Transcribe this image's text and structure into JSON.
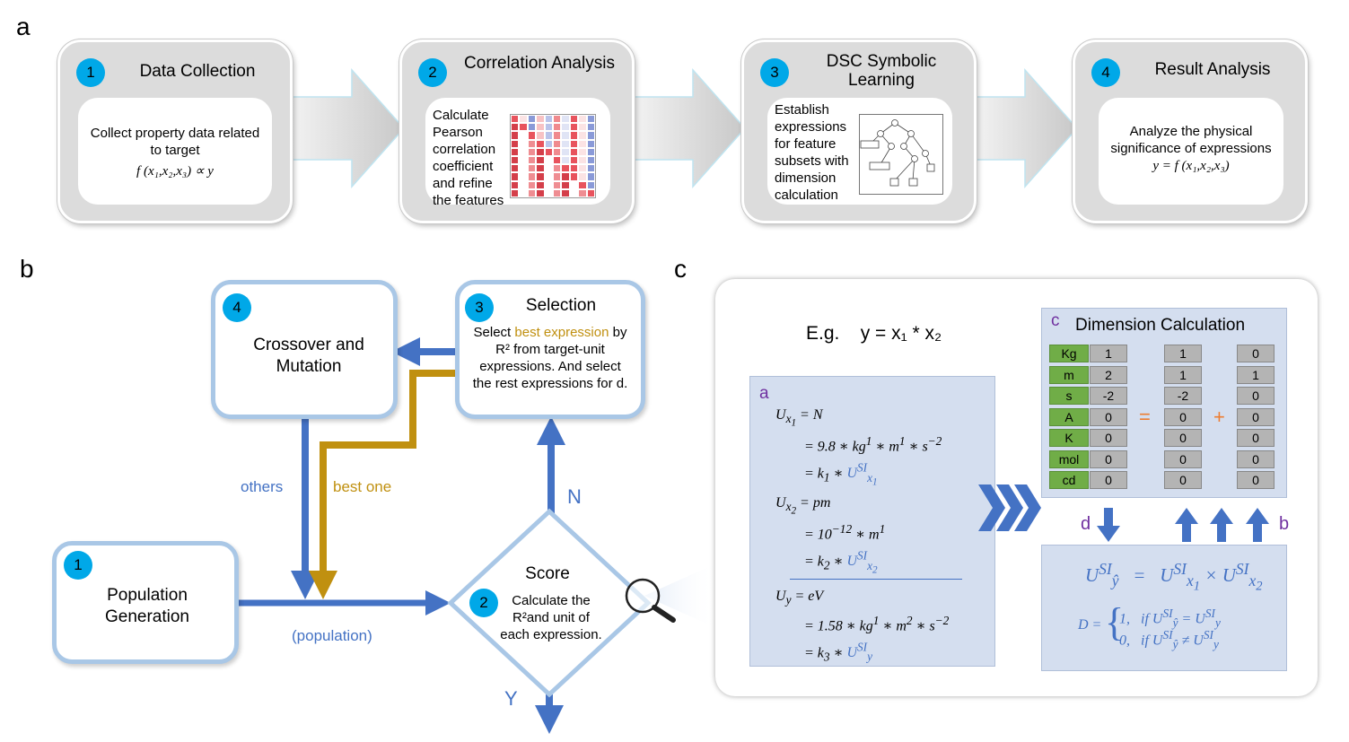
{
  "panel_labels": {
    "a": "a",
    "b": "b",
    "c": "c"
  },
  "colors": {
    "step_number": "#00a8e8",
    "blue_flow": "#4472c4",
    "gold_flow": "#c09010",
    "green_unit": "#70ad47",
    "orange_op": "#ed7d31",
    "purple": "#7030a0"
  },
  "pipeline": {
    "steps": [
      {
        "num": "1",
        "title": "Data Collection",
        "text": "Collect property data related to target",
        "formula": "f (x₁,x₂,x₃) ∝ y"
      },
      {
        "num": "2",
        "title": "Correlation Analysis",
        "text": "Calculate Pearson correlation coefficient and refine the features"
      },
      {
        "num": "3",
        "title": "DSC Symbolic Learning",
        "text": "Establish expressions for feature subsets with dimension calculation"
      },
      {
        "num": "4",
        "title": "Result Analysis",
        "text": "Analyze the physical significance of expressions",
        "formula": "y =  f (x₁,x₂,x₃)"
      }
    ]
  },
  "flow": {
    "population": {
      "num": "1",
      "title": "Population Generation"
    },
    "score": {
      "num": "2",
      "title": "Score",
      "text": "Calculate  the R²and unit of each expression."
    },
    "selection": {
      "num": "3",
      "title": "Selection",
      "text_pre": "Select ",
      "text_highlight": "best expression",
      "text_post": " by R² from target-unit expressions. And select the rest expressions for d."
    },
    "crossover": {
      "num": "4",
      "title": "Crossover and Mutation"
    },
    "labels": {
      "others": "others",
      "best_one": "best one",
      "population": "(population)",
      "n": "N",
      "y": "Y"
    }
  },
  "dimension": {
    "example": "E.g.    y = x₁ * x₂",
    "box_a_label": "a",
    "box_c_label": "c",
    "box_c_title": "Dimension Calculation",
    "eq_label_d": "d",
    "eq_label_b": "b",
    "equals_sign": "=",
    "plus_sign": "+",
    "units": [
      "Kg",
      "m",
      "s",
      "A",
      "K",
      "mol",
      "cd"
    ],
    "col_y": [
      "1",
      "2",
      "-2",
      "0",
      "0",
      "0",
      "0"
    ],
    "col_x1": [
      "1",
      "1",
      "-2",
      "0",
      "0",
      "0",
      "0"
    ],
    "col_x2": [
      "0",
      "1",
      "0",
      "0",
      "0",
      "0",
      "0"
    ]
  }
}
